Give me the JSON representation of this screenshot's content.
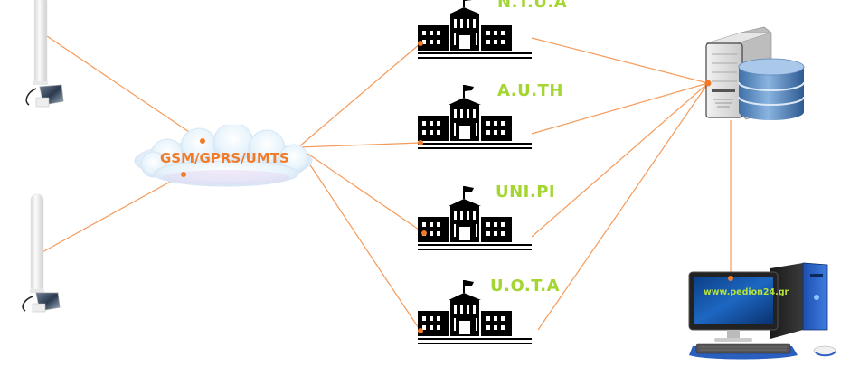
{
  "diagram": {
    "type": "network-topology",
    "colors": {
      "link": "#f59a5a",
      "link_dot": "#f07c2a",
      "university_label": "#a4d631",
      "cloud_label": "#f07c2a",
      "screen_label": "#b5e33a"
    },
    "stations": [
      {
        "id": "station-1",
        "icon": "weather-station-icon"
      },
      {
        "id": "station-2",
        "icon": "weather-station-icon"
      }
    ],
    "network": {
      "label": "GSM/GPRS/UMTS",
      "icon": "cloud-icon"
    },
    "universities": [
      {
        "id": "ntua",
        "label": "N.T.U.A",
        "icon": "university-building-icon"
      },
      {
        "id": "auth",
        "label": "A.U.TH",
        "icon": "university-building-icon"
      },
      {
        "id": "unipi",
        "label": "UNI.PI",
        "icon": "university-building-icon"
      },
      {
        "id": "uota",
        "label": "U.O.T.A",
        "icon": "university-building-icon"
      }
    ],
    "server": {
      "icon": "database-server-icon"
    },
    "client": {
      "screen_text": "www.pedion24.gr",
      "icon": "desktop-computer-icon"
    },
    "links": [
      {
        "from": "station-1",
        "to": "network"
      },
      {
        "from": "station-2",
        "to": "network"
      },
      {
        "from": "network",
        "to": "ntua"
      },
      {
        "from": "network",
        "to": "auth"
      },
      {
        "from": "network",
        "to": "unipi"
      },
      {
        "from": "network",
        "to": "uota"
      },
      {
        "from": "ntua",
        "to": "server"
      },
      {
        "from": "auth",
        "to": "server"
      },
      {
        "from": "unipi",
        "to": "server"
      },
      {
        "from": "uota",
        "to": "server"
      },
      {
        "from": "server",
        "to": "client"
      }
    ]
  }
}
